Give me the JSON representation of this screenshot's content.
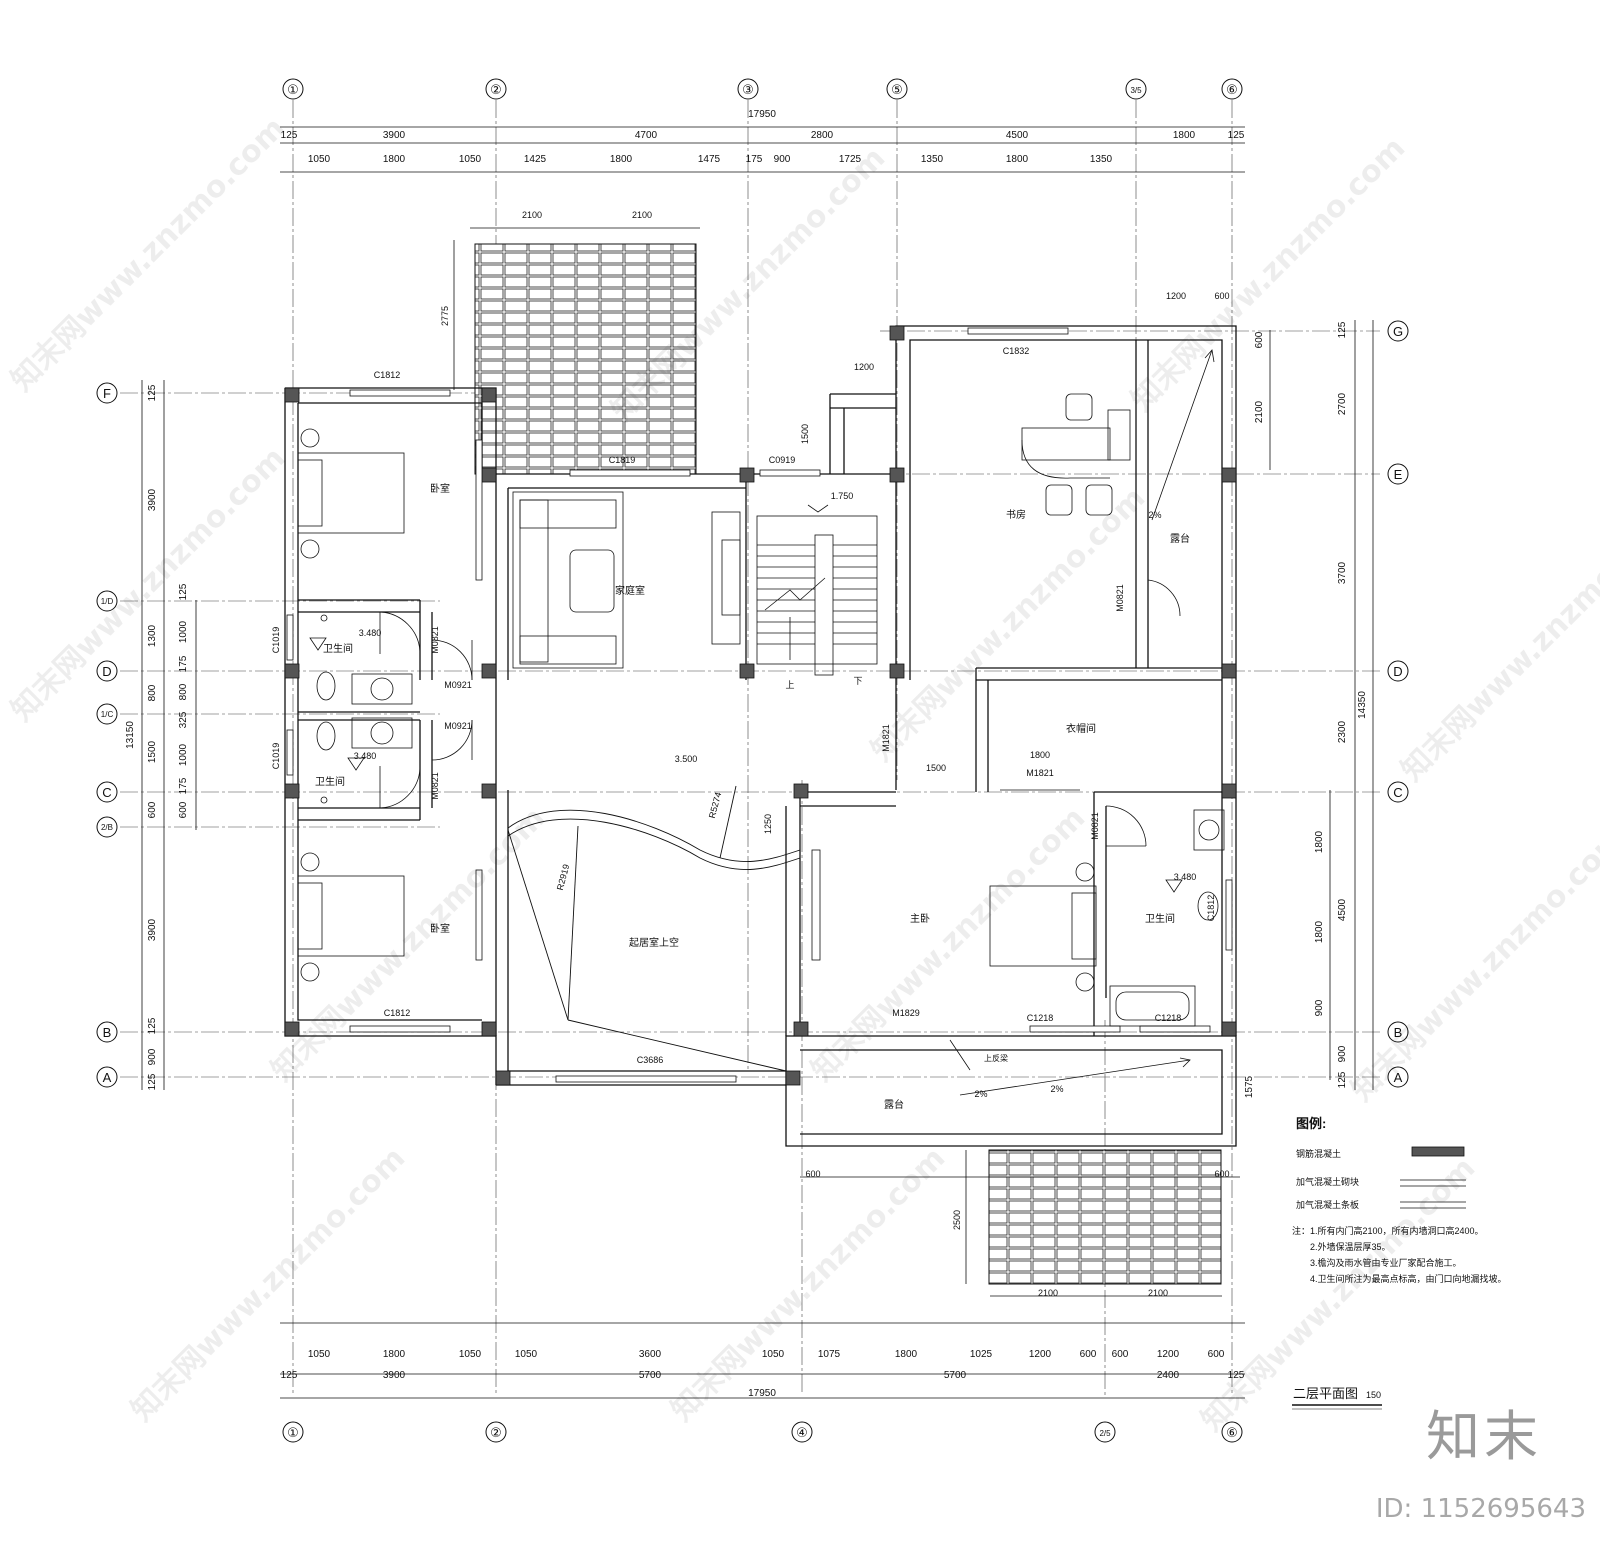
{
  "title": "二层平面图",
  "scale": "150",
  "axes_top": [
    "①",
    "②",
    "③",
    "⑤",
    "3/5",
    "⑥"
  ],
  "axes_bottom": [
    "①",
    "②",
    "④",
    "2/5",
    "⑥"
  ],
  "axes_rows": [
    "F",
    "1/D",
    "D",
    "1/C",
    "C",
    "2/B",
    "B",
    "A"
  ],
  "axes_right": [
    "G",
    "E",
    "D",
    "C",
    "B",
    "A"
  ],
  "dims_top_total": "17950",
  "dims_top_1": [
    "125",
    "3900",
    "4700",
    "2800",
    "4500",
    "1800",
    "125"
  ],
  "dims_top_2": [
    "1050",
    "1800",
    "1050",
    "1425",
    "1800",
    "1475",
    "175",
    "900",
    "1725",
    "1350",
    "1800",
    "1350"
  ],
  "dims_bottom_1": [
    "1050",
    "1800",
    "1050",
    "1050",
    "3600",
    "1050",
    "1075",
    "1800",
    "1025",
    "1200",
    "600",
    "600",
    "1200",
    "600"
  ],
  "dims_bottom_2": [
    "125",
    "3900",
    "5700",
    "5700",
    "2400",
    "125"
  ],
  "dims_bottom_total": "17950",
  "dims_left_1": [
    "125",
    "3900",
    "125",
    "1300",
    "175",
    "800",
    "325",
    "1500",
    "175",
    "600",
    "3900",
    "125",
    "900",
    "125"
  ],
  "dims_left_2": [
    "1000",
    "800",
    "1000",
    "600"
  ],
  "dims_left_total": "13150",
  "dims_right_1": [
    "125",
    "2700",
    "3700",
    "2300",
    "4500",
    "900",
    "125"
  ],
  "dims_right_2": [
    "600",
    "2100",
    "1800",
    "1800",
    "900",
    "1575"
  ],
  "dims_right_total": "14350",
  "rooms": {
    "bedroom_top": "卧室",
    "bedroom_bottom": "卧室",
    "bath_top": "卫生间",
    "bath_bottom": "卫生间",
    "family": "家庭室",
    "study": "书房",
    "terrace_top": "露台",
    "closet": "衣帽间",
    "void": "起居室上空",
    "master": "主卧",
    "master_bath": "卫生间",
    "terrace_bottom": "露台",
    "up_roof": "上反梁"
  },
  "labels": {
    "c1812_top": "C1812",
    "c1812_bot": "C1812",
    "c1819": "C1819",
    "c0919": "C0919",
    "c1832": "C1832",
    "c1019a": "C1019",
    "c1019b": "C1019",
    "m0821a": "M0821",
    "m0821b": "M0821",
    "m0921a": "M0921",
    "m0921b": "M0921",
    "m0821c": "M0821",
    "m0821d": "M0821",
    "m1821a": "M1821",
    "m1821b": "M1821",
    "c1218a": "C1218",
    "c1218b": "C1218",
    "c1812r": "C1812",
    "m1829": "M1829",
    "c3686": "C3686",
    "r5274": "R5274",
    "r2919": "R2919",
    "elev_stair": "1.750",
    "elev_hall": "3.500",
    "elev_bath1": "3.480",
    "elev_bath2": "3.480",
    "elev_bath3": "3.480",
    "slope1": "2%",
    "slope2": "2%",
    "slope3": "2%",
    "up": "上",
    "down": "下",
    "d2100a": "2100",
    "d2100b": "2100",
    "d2775": "2775",
    "d1200a": "1200",
    "d1500a": "1500",
    "d1200b": "1200",
    "d600a": "600",
    "d1800a": "1800",
    "d1250": "1250",
    "d1500b": "1500",
    "d2500": "2500",
    "d2100c": "2100",
    "d2100d": "2100",
    "d600b": "600",
    "d600c": "600"
  },
  "legend": {
    "title": "图例:",
    "items": [
      "钢筋混凝土",
      "加气混凝土砌块",
      "加气混凝土条板"
    ],
    "notes": [
      "注：1.所有内门高2100，所有内墙洞口高2400。",
      "2.外墙保温层厚35。",
      "3.檐沟及雨水管由专业厂家配合施工。",
      "4.卫生间所注为最高点标高，由门口向地漏找坡。"
    ]
  },
  "watermark": "知末网www.znzmo.com",
  "brand": "知末",
  "image_id": "ID: 1152695643"
}
